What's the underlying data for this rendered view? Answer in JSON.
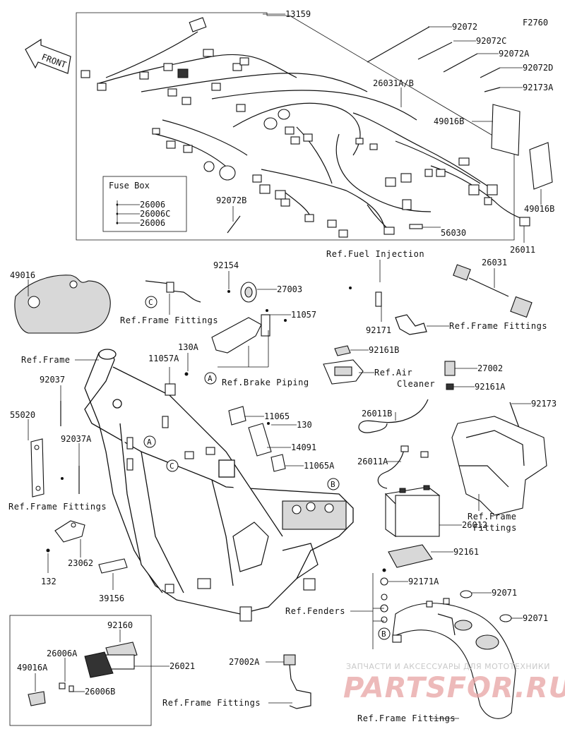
{
  "figure_code": "F2760",
  "front_label": "FRONT",
  "fuse_box": {
    "title": "Fuse Box",
    "items": [
      "26006",
      "26006C",
      "26006"
    ]
  },
  "harness_parts": [
    "13159",
    "92072",
    "92072C",
    "92072A",
    "92072D",
    "92173A",
    "26031A/B",
    "49016B",
    "49016B",
    "92072B",
    "56030",
    "26011"
  ],
  "left_parts": [
    "49016",
    "92037",
    "55020",
    "92037A",
    "23062",
    "132",
    "39156",
    "Ref.Frame",
    "Ref.Frame Fittings"
  ],
  "middle_parts": [
    "92154",
    "27003",
    "11057",
    "11057A",
    "130A",
    "11065",
    "130",
    "14091",
    "11065A",
    "92171",
    "92161B"
  ],
  "references": {
    "frame_fittings": "Ref.Frame Fittings",
    "brake_piping": "Ref.Brake Piping",
    "fuel_injection": "Ref.Fuel Injection",
    "air_cleaner_1": "Ref.Air",
    "air_cleaner_2": "Cleaner",
    "frame_fittings_split_1": "Ref.Frame",
    "frame_fittings_split_2": "Fittings",
    "fenders": "Ref.Fenders"
  },
  "right_parts": [
    "26031",
    "27002",
    "92161A",
    "92173",
    "26011B",
    "26011A",
    "26012",
    "92161",
    "92171A",
    "92071",
    "92071",
    "27002A"
  ],
  "kit_parts": [
    "92160",
    "26021",
    "26006A",
    "49016A",
    "26006B"
  ],
  "circle_refs": [
    "A",
    "B",
    "C"
  ],
  "watermark": {
    "line1": "ЗАПЧАСТИ И АКСЕССУАРЫ ДЛЯ МОТОТЕХНИКИ",
    "line2": "PARTSFOR.RU"
  }
}
